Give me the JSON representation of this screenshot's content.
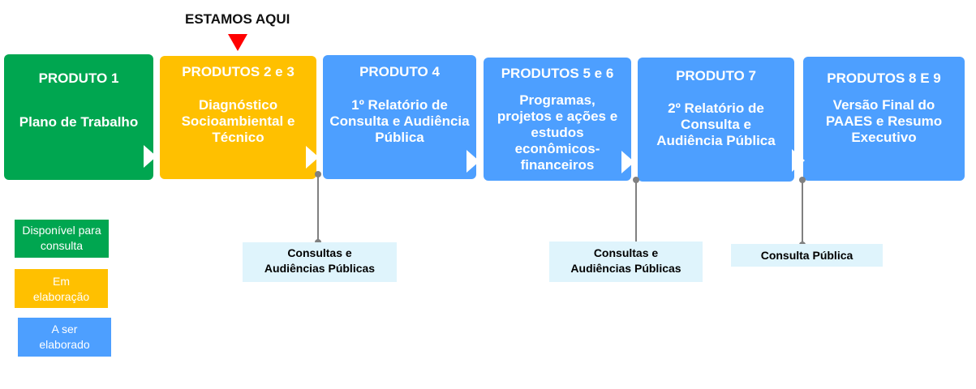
{
  "marker": {
    "label": "ESTAMOS AQUI",
    "color": "#ff0000"
  },
  "colors": {
    "available": "#00a650",
    "in_progress": "#ffc000",
    "to_do": "#4d9fff",
    "consult_bg": "#dff4fc"
  },
  "products": [
    {
      "title": "PRODUTO 1",
      "desc": "Plano de Trabalho",
      "status": "available"
    },
    {
      "title": "PRODUTOS 2 e 3",
      "desc": "Diagnóstico Socioambiental e Técnico",
      "status": "in_progress"
    },
    {
      "title": "PRODUTO 4",
      "desc": "1º Relatório de Consulta e Audiência Pública",
      "status": "to_do"
    },
    {
      "title": "PRODUTOS 5 e 6",
      "desc": "Programas, projetos e ações e estudos econômicos-financeiros",
      "status": "to_do"
    },
    {
      "title": "PRODUTO 7",
      "desc": "2º Relatório de Consulta e Audiência Pública",
      "status": "to_do"
    },
    {
      "title": "PRODUTOS 8 E 9",
      "desc": "Versão Final do PAAES e Resumo Executivo",
      "status": "to_do"
    }
  ],
  "consultations": [
    {
      "label": "Consultas e Audiências Públicas"
    },
    {
      "label": "Consultas e Audiências Públicas"
    },
    {
      "label": "Consulta Pública"
    }
  ],
  "legend": [
    {
      "label": "Disponível para consulta",
      "status": "available"
    },
    {
      "label": "Em elaboração",
      "status": "in_progress"
    },
    {
      "label": "A ser elaborado",
      "status": "to_do"
    }
  ]
}
